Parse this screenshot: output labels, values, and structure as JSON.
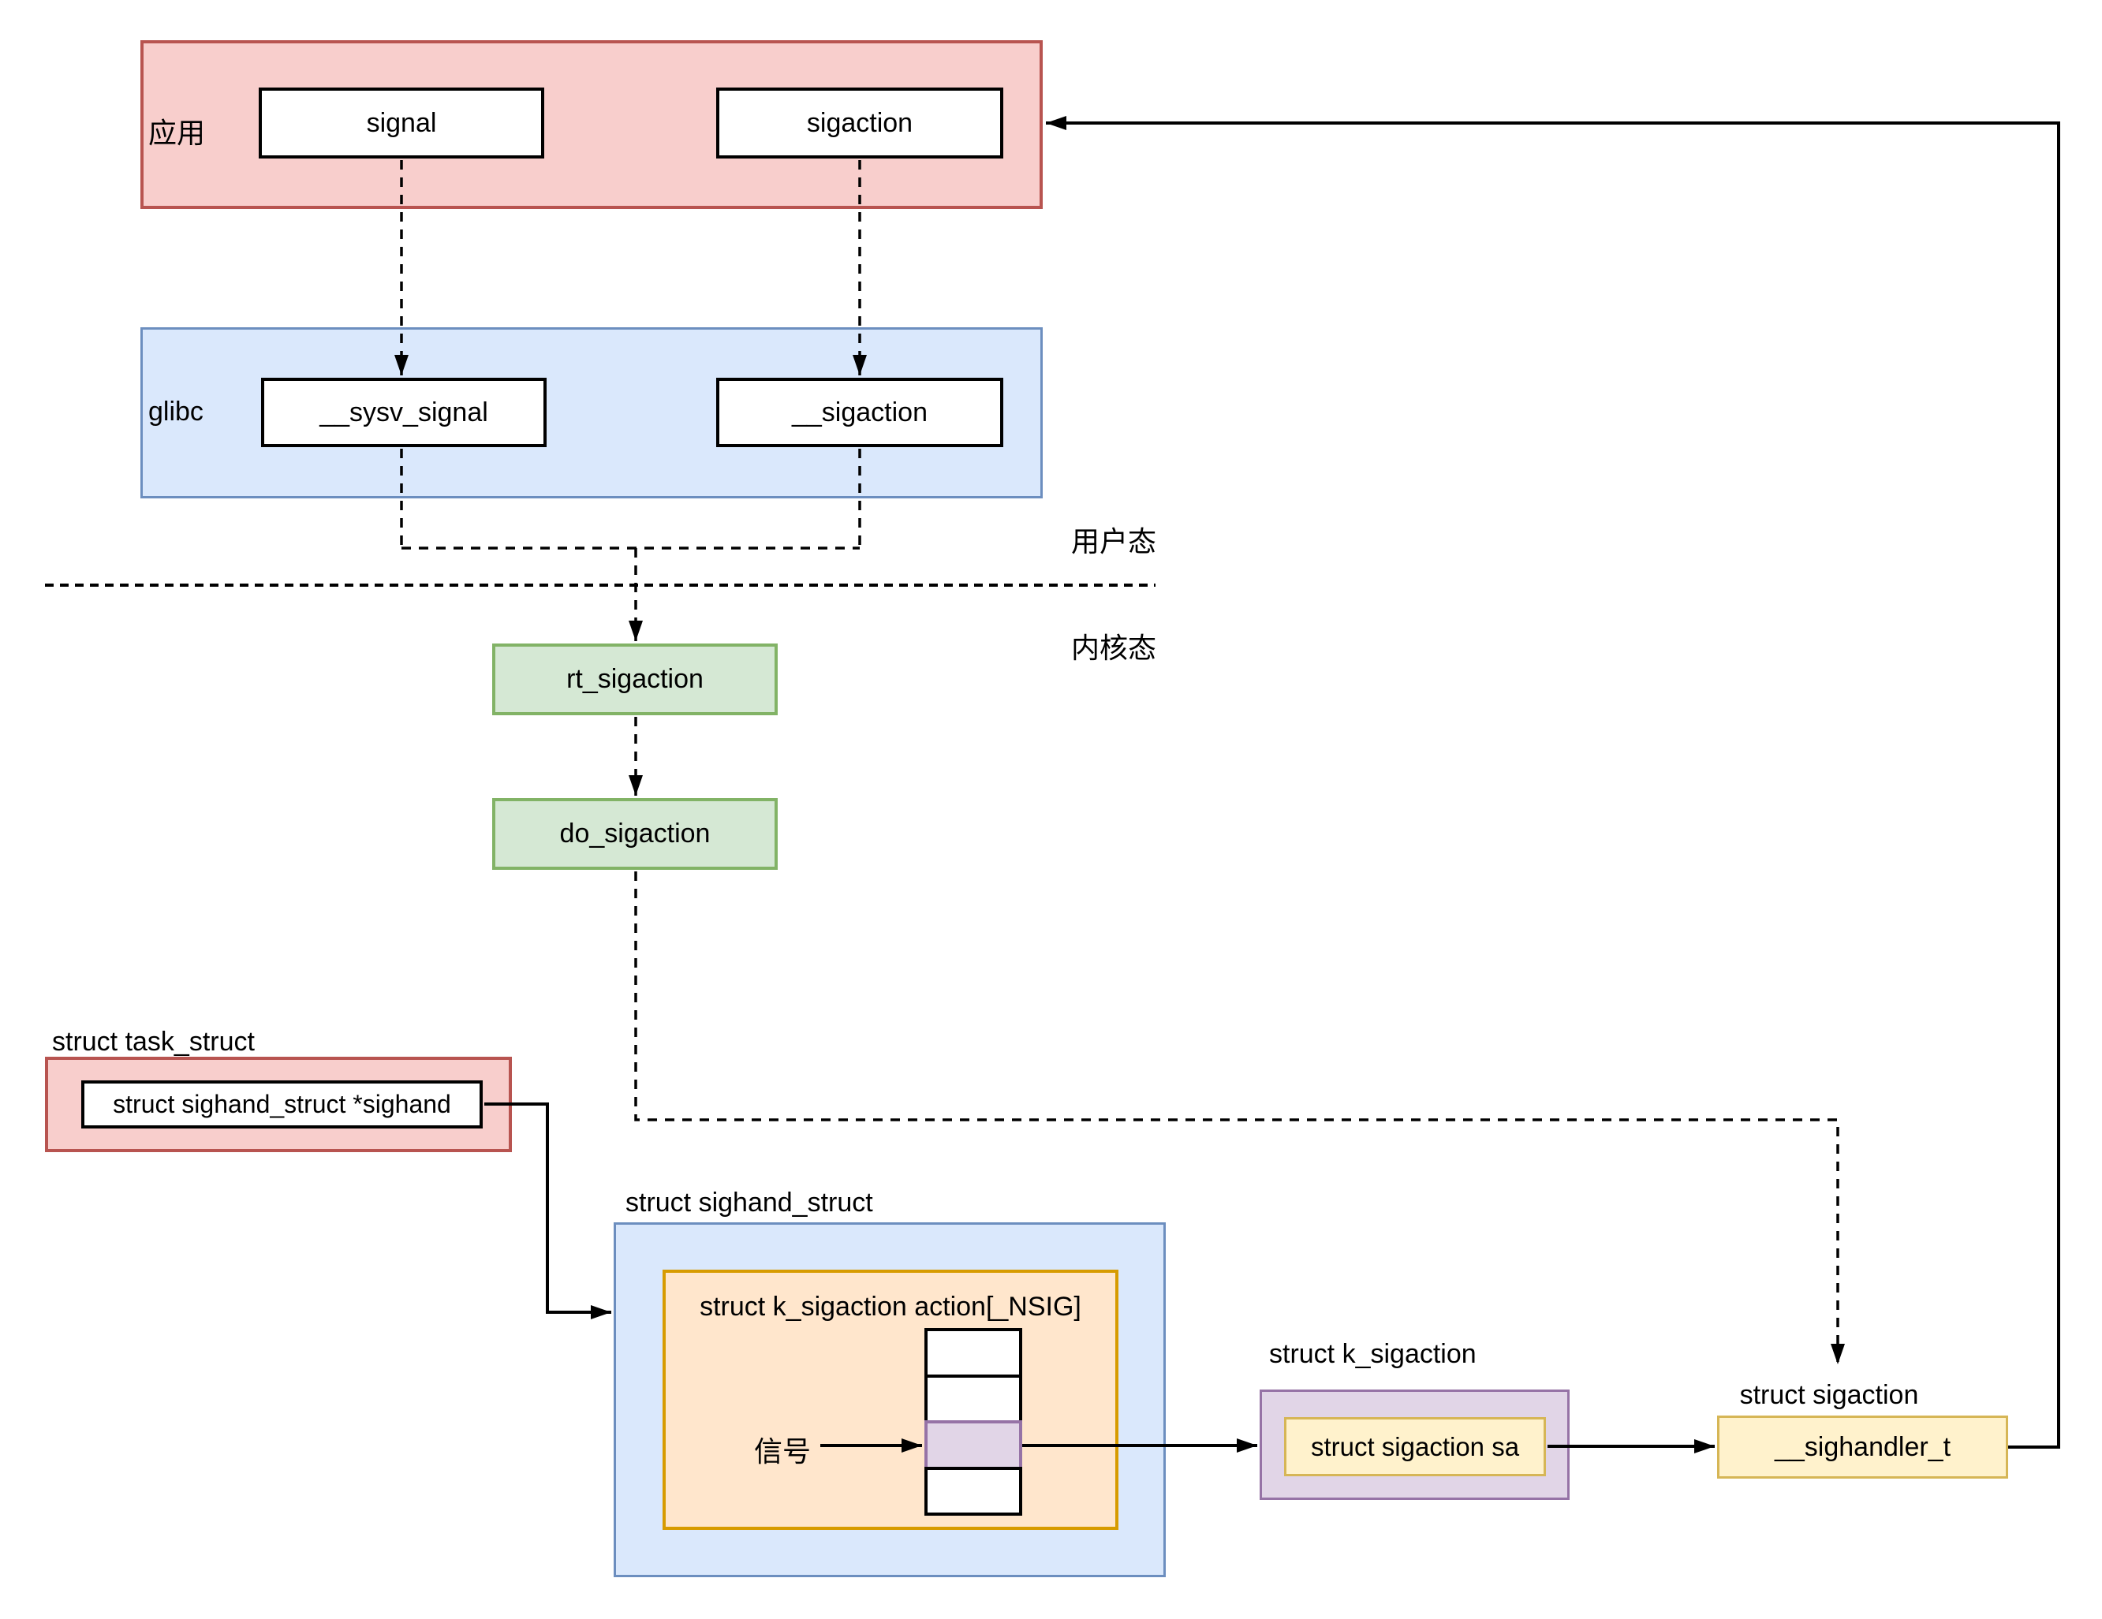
{
  "colors": {
    "canvas": "#ffffff",
    "red_fill": "#f8cecc",
    "red_stroke": "#b85450",
    "blue_fill": "#dae8fc",
    "blue_stroke": "#6c8ebf",
    "green_fill": "#d5e8d4",
    "green_stroke": "#82b366",
    "orange_fill": "#ffe6cc",
    "orange_stroke": "#d79b00",
    "purple_fill": "#e1d5e7",
    "purple_stroke": "#9673a6",
    "yellow_fill": "#fff2cc",
    "yellow_stroke": "#d6b656",
    "line": "#000000"
  },
  "layers": {
    "app_label": "应用",
    "glibc_label": "glibc",
    "user_mode_label": "用户态",
    "kernel_mode_label": "内核态"
  },
  "nodes": {
    "signal": "signal",
    "sigaction": "sigaction",
    "sysv_signal": "__sysv_signal",
    "glibc_sigaction": "__sigaction",
    "rt_sigaction": "rt_sigaction",
    "do_sigaction": "do_sigaction"
  },
  "task_struct": {
    "title": "struct task_struct",
    "field": "struct sighand_struct *sighand"
  },
  "sighand_struct": {
    "title": "struct sighand_struct",
    "array_title": "struct k_sigaction action[_NSIG]",
    "signal_label": "信号",
    "array_cell_count": 4,
    "highlighted_cell_index": 2
  },
  "k_sigaction": {
    "title": "struct k_sigaction",
    "field": "struct sigaction sa"
  },
  "sigaction_struct": {
    "title": "struct sigaction",
    "field": "__sighandler_t"
  }
}
